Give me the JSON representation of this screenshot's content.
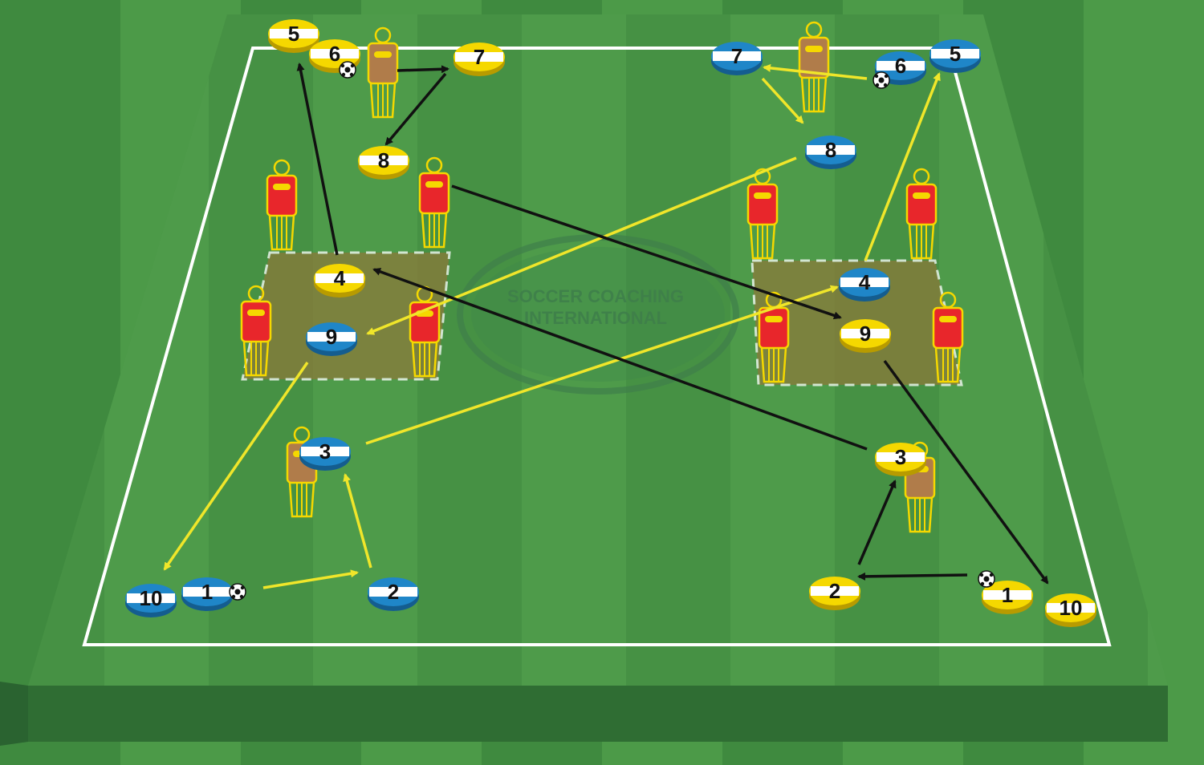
{
  "watermark": {
    "line1": "SOCCER COACHING",
    "line2": "INTERNATIONAL"
  },
  "colors": {
    "pitch_light": "#55a04f",
    "pitch_dark": "#3f8a3f",
    "team_yellow": "#f5d800",
    "team_blue": "#1f86c8",
    "pass_yellow": "#f0e62a",
    "pass_black": "#111111",
    "mannequin_red": "#e8262b",
    "mannequin_brown": "#b07c4a",
    "zone_fill": "#8a7a3a"
  },
  "yellow_team": [
    {
      "id": "y1",
      "label": "1",
      "ball": true
    },
    {
      "id": "y2",
      "label": "2"
    },
    {
      "id": "y3",
      "label": "3"
    },
    {
      "id": "y4",
      "label": "4"
    },
    {
      "id": "y5",
      "label": "5"
    },
    {
      "id": "y6",
      "label": "6",
      "ball": true
    },
    {
      "id": "y7",
      "label": "7"
    },
    {
      "id": "y8",
      "label": "8"
    },
    {
      "id": "y9",
      "label": "9"
    },
    {
      "id": "y10",
      "label": "10"
    }
  ],
  "blue_team": [
    {
      "id": "b1",
      "label": "1",
      "ball": true
    },
    {
      "id": "b2",
      "label": "2"
    },
    {
      "id": "b3",
      "label": "3"
    },
    {
      "id": "b4",
      "label": "4"
    },
    {
      "id": "b5",
      "label": "5"
    },
    {
      "id": "b6",
      "label": "6",
      "ball": true
    },
    {
      "id": "b7",
      "label": "7"
    },
    {
      "id": "b8",
      "label": "8"
    },
    {
      "id": "b9",
      "label": "9"
    },
    {
      "id": "b10",
      "label": "10"
    }
  ],
  "passes": [
    {
      "team": "blue",
      "from": "b1",
      "to": "b2",
      "color": "yellow"
    },
    {
      "team": "blue",
      "from": "b2",
      "to": "b3",
      "color": "yellow"
    },
    {
      "team": "blue",
      "from": "b3",
      "to": "b4",
      "color": "yellow"
    },
    {
      "team": "blue",
      "from": "b4",
      "to": "b5",
      "color": "yellow"
    },
    {
      "team": "blue",
      "from": "b6",
      "to": "b7",
      "color": "yellow"
    },
    {
      "team": "blue",
      "from": "b7",
      "to": "b8",
      "color": "yellow"
    },
    {
      "team": "blue",
      "from": "b8",
      "to": "b9",
      "color": "yellow"
    },
    {
      "team": "blue",
      "from": "b9",
      "to": "b10",
      "color": "yellow"
    },
    {
      "team": "yellow",
      "from": "y1",
      "to": "y2",
      "color": "black"
    },
    {
      "team": "yellow",
      "from": "y2",
      "to": "y3",
      "color": "black"
    },
    {
      "team": "yellow",
      "from": "y3",
      "to": "y4",
      "color": "black"
    },
    {
      "team": "yellow",
      "from": "y4",
      "to": "y5",
      "color": "black"
    },
    {
      "team": "yellow",
      "from": "y6",
      "to": "y7",
      "color": "black"
    },
    {
      "team": "yellow",
      "from": "y7",
      "to": "y8",
      "color": "black"
    },
    {
      "team": "yellow",
      "from": "y8",
      "to": "y9",
      "color": "black"
    },
    {
      "team": "yellow",
      "from": "y9",
      "to": "y10",
      "color": "black"
    }
  ]
}
